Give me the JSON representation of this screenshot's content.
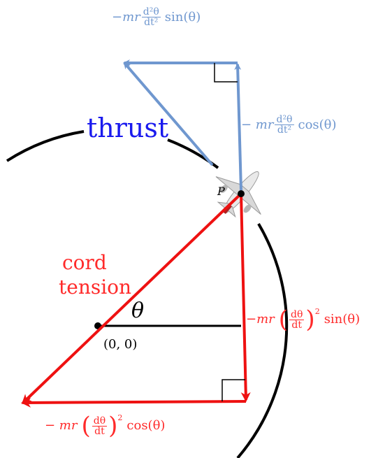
{
  "labels": {
    "thrust": "thrust",
    "cord_tension_line1": "cord",
    "cord_tension_line2": "tension",
    "theta": "θ",
    "point_p": "P",
    "origin": "(0, 0)"
  },
  "formulas": {
    "thrust_sin": {
      "prefix": "−mr",
      "num": "d²θ",
      "den": "dt²",
      "fn": "sin(θ)"
    },
    "thrust_cos": {
      "prefix": "− mr",
      "num": "d²θ",
      "den": "dt²",
      "fn": "cos(θ)"
    },
    "tension_sin": {
      "prefix": "−mr",
      "num": "dθ",
      "den": "dt",
      "exp": "2",
      "fn": "sin(θ)"
    },
    "tension_cos": {
      "prefix": "− mr",
      "num": "dθ",
      "den": "dt",
      "exp": "2",
      "fn": "cos(θ)"
    }
  },
  "colors": {
    "thrust_text": "#1a1aee",
    "thrust_vectors": "#6f97cf",
    "tension_vectors": "#ee1111",
    "circle": "#000000"
  }
}
